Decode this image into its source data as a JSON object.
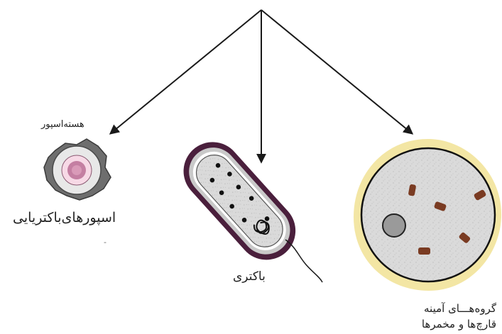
{
  "labels": {
    "spore_core": "هسته‌اسپور",
    "bacterial_spores": "اسپورهای‌باکتریایی",
    "dash": "-",
    "bacteria": "باکتری",
    "groups_line1": "گروه‌هـــای آمینه",
    "groups_line2": "قارچ‌ها و مخمرها"
  },
  "colors": {
    "line": "#1a1a1a",
    "spore_outer": "#6e6e6e",
    "spore_core": "#b05a86",
    "bacteria_wall": "#4a1f3c",
    "bacteria_membrane": "#c9c9c9",
    "cell_halo": "#f3e6a4",
    "cell_fill": "#d8d8d8",
    "granule": "#7a3b22",
    "nucleus": "#9a9a9a"
  },
  "icons": [
    "arrow-icon"
  ]
}
